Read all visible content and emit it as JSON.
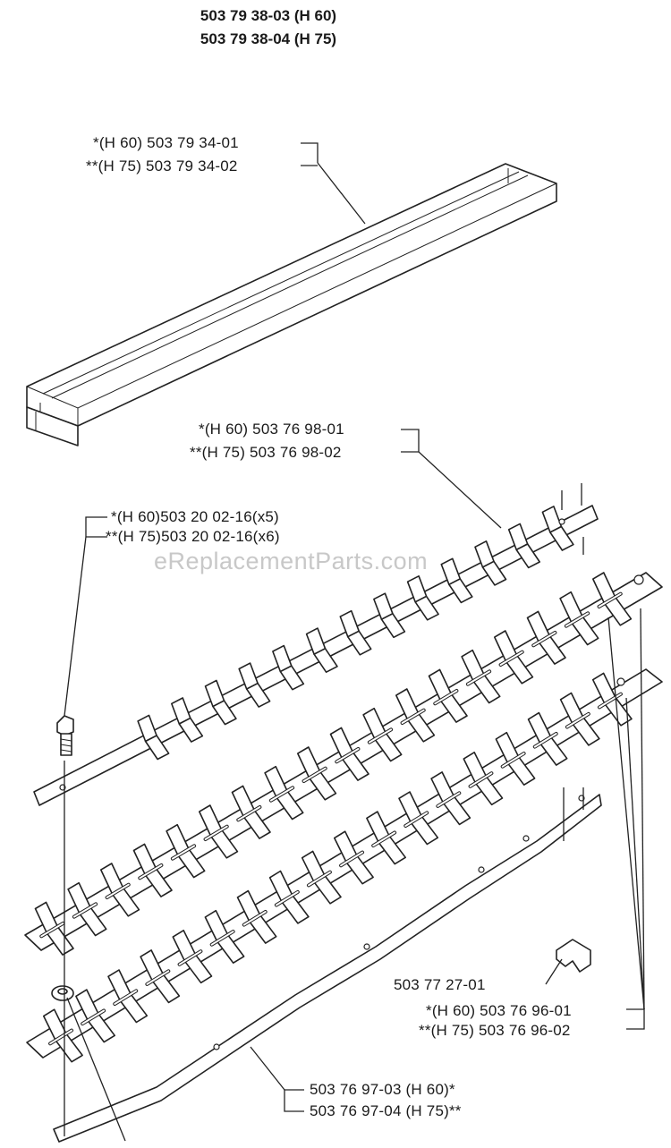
{
  "header": {
    "line1": "503 79 38-03 (H 60)",
    "line2": "503 79 38-04 (H 75)"
  },
  "callouts": {
    "guide_bar_h60": "*(H 60) 503 79 34-01",
    "guide_bar_h75": "**(H 75) 503 79 34-02",
    "upper_blade_h60": "*(H 60) 503 76 98-01",
    "upper_blade_h75": "**(H 75) 503 76 98-02",
    "screw_h60": "*(H 60)503 20 02-16(x5)",
    "screw_h75": "**(H 75)503 20 02-16(x6)",
    "clip": "503 77 27-01",
    "lower_blade_h60": "*(H 60) 503 76 96-01",
    "lower_blade_h75": "**(H 75) 503 76 96-02",
    "spacer_h60": "503 76 97-03 (H 60)*",
    "spacer_h75": "503 76 97-04 (H 75)**"
  },
  "watermark": "eReplacementParts.com"
}
